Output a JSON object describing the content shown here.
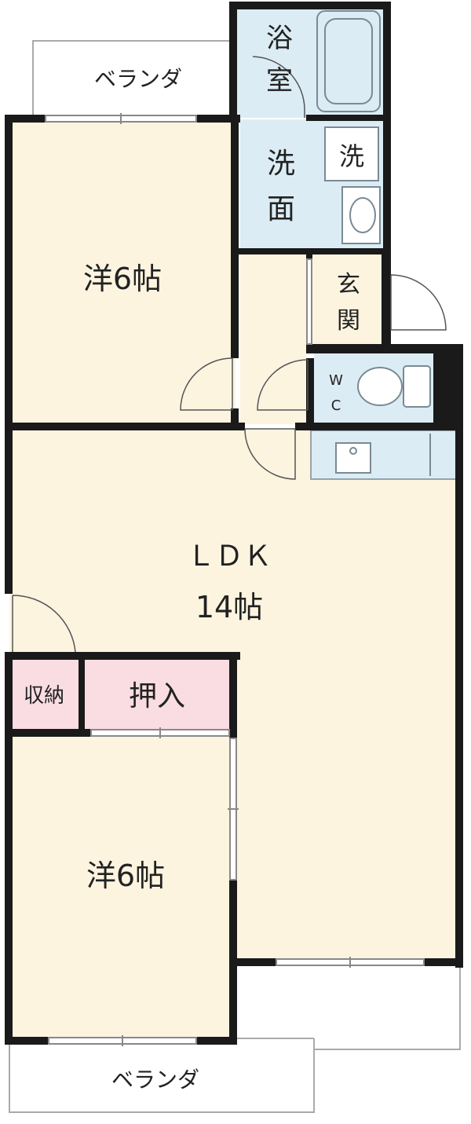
{
  "colors": {
    "wall": "#1a1a1a",
    "room": "#fdf4e0",
    "wet": "#dcecf5",
    "storage": "#f9dde3",
    "balcony_outline": "#aaaaaa",
    "fixture": "#7a8a94"
  },
  "labels": {
    "veranda_top": "ベランダ",
    "veranda_bottom": "ベランダ",
    "bath": [
      "浴",
      "室"
    ],
    "washroom": [
      "洗",
      "面"
    ],
    "washer": "洗",
    "entrance": [
      "玄",
      "関"
    ],
    "wc": [
      "W",
      "C"
    ],
    "bedroom_top": "洋6帖",
    "ldk": "ＬＤＫ",
    "ldk_size": "14帖",
    "storage": "収納",
    "closet": "押入",
    "bedroom_bottom": "洋6帖"
  }
}
